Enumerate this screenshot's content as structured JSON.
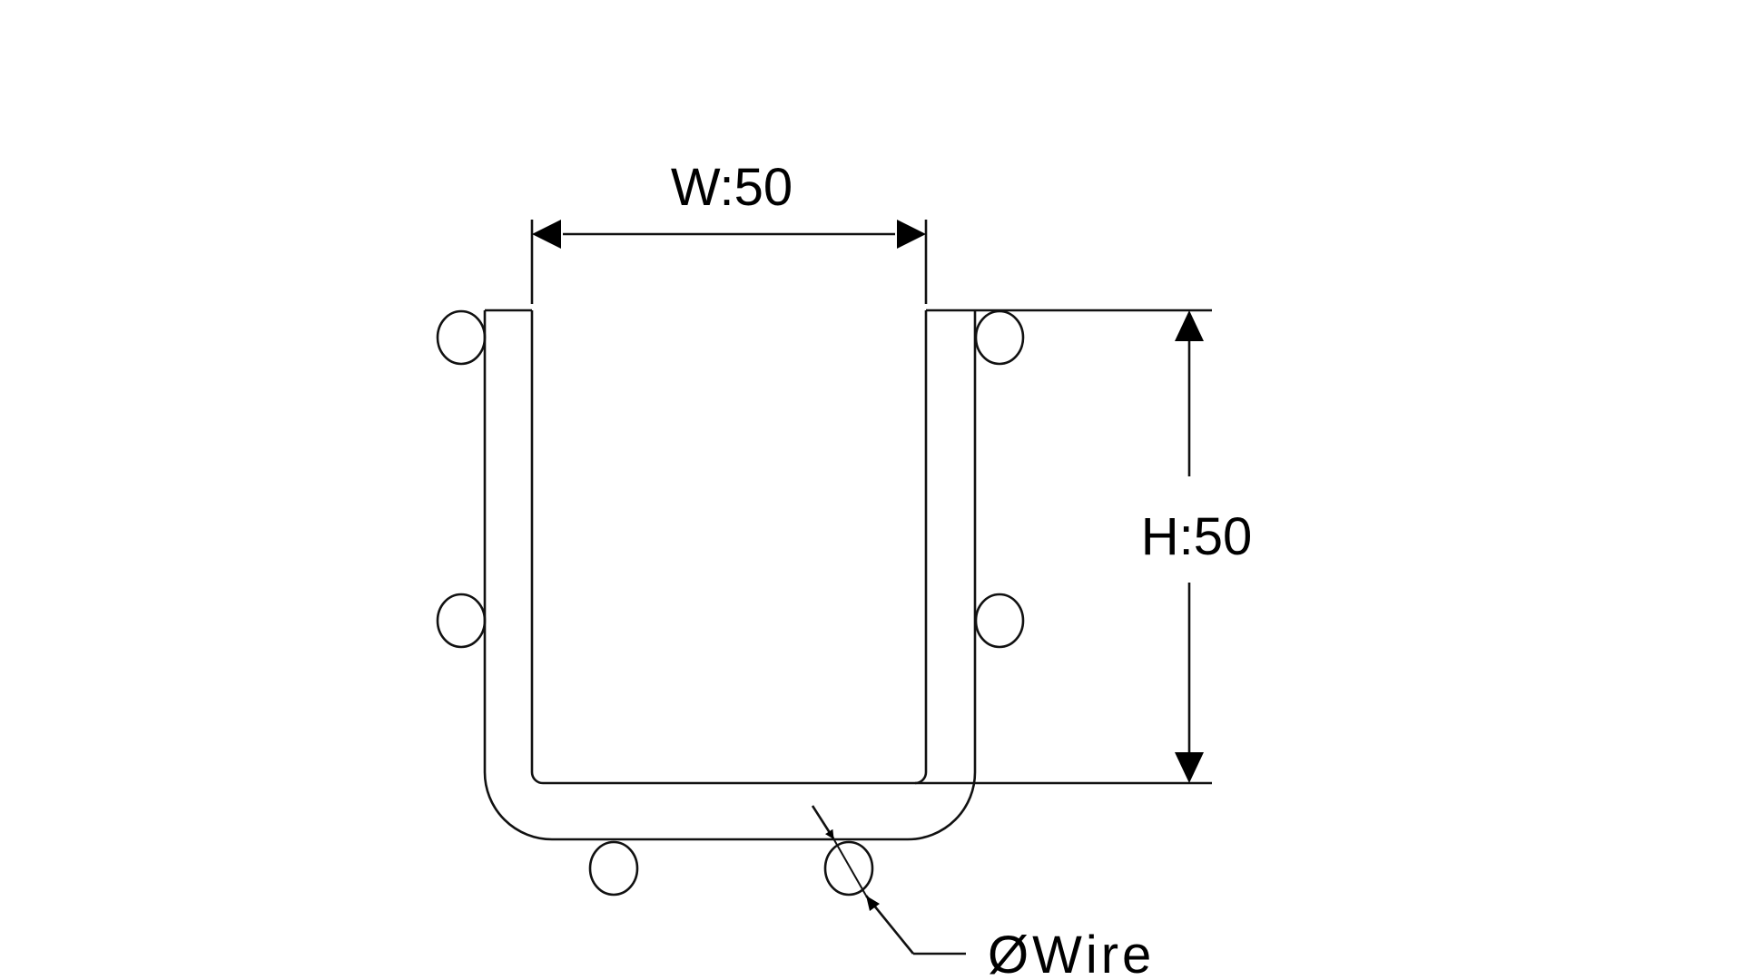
{
  "diagram": {
    "width_label": "W:50",
    "height_label": "H:50",
    "wire_label": "ØWire",
    "line_color": "#111111",
    "background_color": "#ffffff"
  }
}
